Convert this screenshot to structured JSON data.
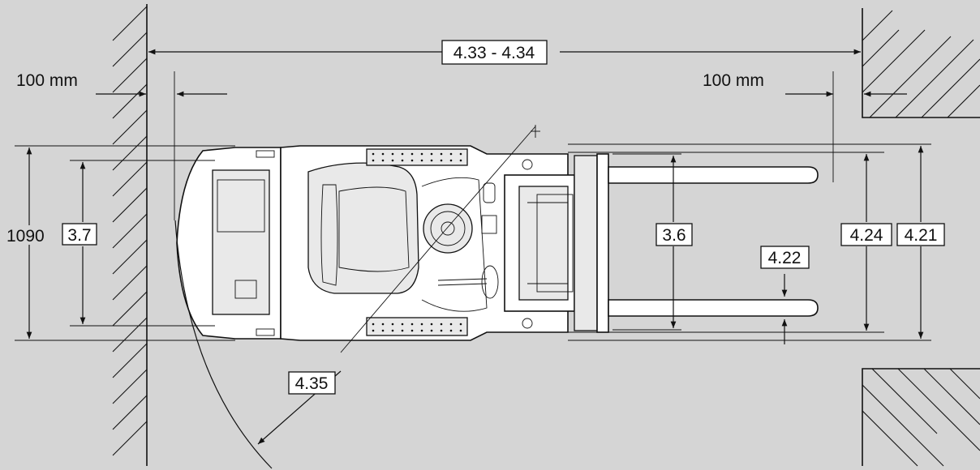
{
  "dimensions": {
    "aisle_width": "4.33 - 4.34",
    "clearance_left": "100 mm",
    "clearance_right": "100 mm",
    "overall_width": "1090",
    "dim_3_7": "3.7",
    "dim_3_6": "3.6",
    "dim_4_22": "4.22",
    "dim_4_24": "4.24",
    "dim_4_21": "4.21",
    "turning_radius": "4.35"
  }
}
